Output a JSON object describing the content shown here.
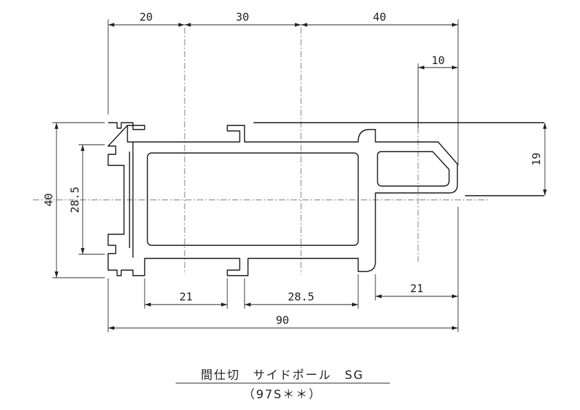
{
  "drawing": {
    "top_dims": [
      "20",
      "30",
      "40"
    ],
    "right_offset": "10",
    "height_right": "19",
    "height_left_outer": "40",
    "height_left_inner": "28.5",
    "bottom_dims": [
      "21",
      "28.5",
      "21"
    ],
    "overall_width": "90"
  },
  "title": {
    "main": "間仕切　サイドポール　SG",
    "code": "（97S＊＊）"
  },
  "colors": {
    "line": "#111111",
    "text": "#222222",
    "background": "#ffffff"
  }
}
